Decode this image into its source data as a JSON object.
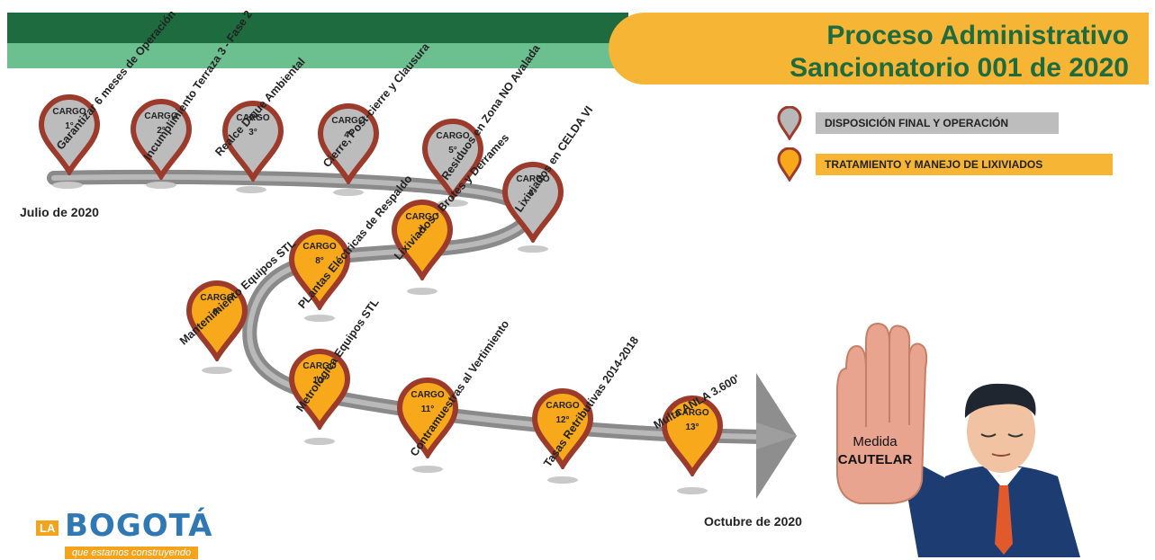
{
  "header": {
    "title_line1": "Proceso Administrativo",
    "title_line2": "Sancionatorio 001 de 2020",
    "colors": {
      "dark_green": "#1d6b3e",
      "light_green": "#6cbf8e",
      "orange": "#f7b535"
    }
  },
  "timeline": {
    "start_label": "Julio de 2020",
    "end_label": "Octubre de 2020"
  },
  "legend": [
    {
      "label": "DISPOSICIÓN FINAL Y OPERACIÓN",
      "color": "#bdbdbd"
    },
    {
      "label": "TRATAMIENTO Y MANEJO DE LIXIVIADOS",
      "color": "#f7b535"
    }
  ],
  "cargos": [
    {
      "label": "CARGO",
      "number": "1°",
      "category": "gray",
      "description": "Garantizar 6 meses de Operación"
    },
    {
      "label": "CARGO",
      "number": "2°",
      "category": "gray",
      "description": "Incumplimiento Terraza 3 - Fase 2"
    },
    {
      "label": "CARGO",
      "number": "3°",
      "category": "gray",
      "description": "Realce Dique Ambiental"
    },
    {
      "label": "CARGO",
      "number": "4°",
      "category": "gray",
      "description": "Cierre, Post-cierre y Clausura"
    },
    {
      "label": "CARGO",
      "number": "5°",
      "category": "gray",
      "description": "Residuos en Zona NO Avalada"
    },
    {
      "label": "CARGO",
      "number": "6°",
      "category": "gray",
      "description": "Lixiviados en CELDA VI"
    },
    {
      "label": "CARGO",
      "number": "7°",
      "category": "orange",
      "description": "Lixiviados - Brotes y Derrames"
    },
    {
      "label": "CARGO",
      "number": "8°",
      "category": "orange",
      "description": "PLantas Eléctricas de Respaldo"
    },
    {
      "label": "CARGO",
      "number": "9°",
      "category": "orange",
      "description": "Mantenimiento Equipos STL"
    },
    {
      "label": "CARGO",
      "number": "10°",
      "category": "orange",
      "description": "Metrológica Equipos STL"
    },
    {
      "label": "CARGO",
      "number": "11°",
      "category": "orange",
      "description": "Contramuestras al Vertimiento"
    },
    {
      "label": "CARGO",
      "number": "12°",
      "category": "orange",
      "description": "Tasas Retributivas 2014-2018"
    },
    {
      "label": "CARGO",
      "number": "13°",
      "category": "orange",
      "description": "Multa ANLA 3.600'"
    }
  ],
  "cautelar": {
    "line1": "Medida",
    "line2": "CAUTELAR"
  },
  "logo": {
    "prefix": "LA",
    "name": "BOGOTÁ",
    "tagline": "que estamos construyendo"
  }
}
